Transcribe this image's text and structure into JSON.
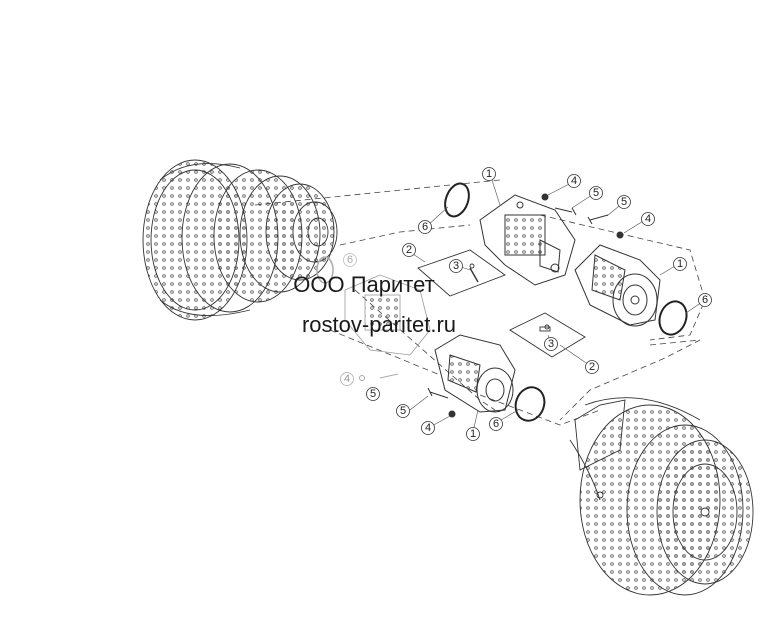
{
  "watermark": {
    "line1": "ООО Паритет",
    "line2": "rostov-paritet.ru"
  },
  "callouts": {
    "c1a": "1",
    "c1b": "1",
    "c1c": "1",
    "c2a": "2",
    "c2b": "2",
    "c3a": "3",
    "c3b": "3",
    "c4a": "4",
    "c4b": "4",
    "c4c": "4",
    "c4d": "4",
    "c5a": "5",
    "c5b": "5",
    "c5c": "5",
    "c5d": "5",
    "c6a": "6",
    "c6b": "6",
    "c6c": "6",
    "c6d": "6"
  },
  "colors": {
    "line": "#333333",
    "faint": "#9a9a9a"
  }
}
